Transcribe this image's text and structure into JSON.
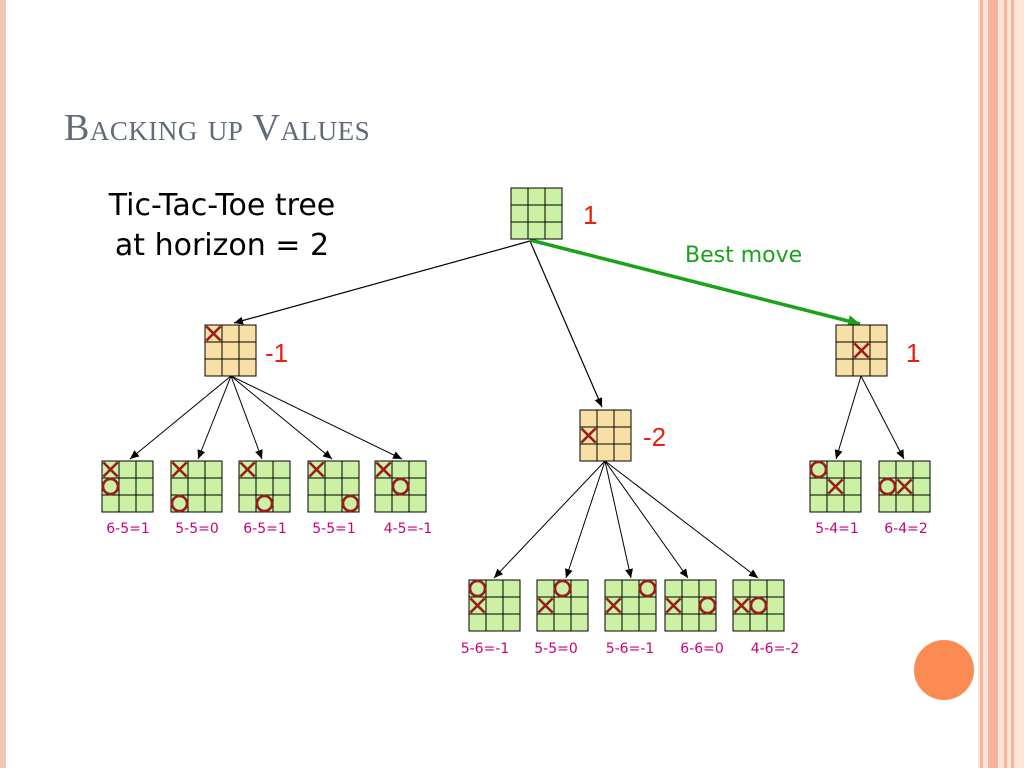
{
  "slide": {
    "title": "Backing up Values",
    "caption_line1": "Tic-Tac-Toe tree",
    "caption_line2": "at horizon = 2",
    "best_move_label": "Best move"
  },
  "colors": {
    "board_root": "#ccf0a4",
    "board_level1": "#f7dfa5",
    "board_leaf": "#ccf0a4",
    "mark": "#9b1c1c",
    "value_text": "#e8200e",
    "leaf_text": "#cc0077",
    "best_move": "#1aa31a",
    "title_text": "#5f6b7a"
  },
  "tree": {
    "root": {
      "value": "1"
    },
    "level1": [
      {
        "id": "left",
        "value": "-1"
      },
      {
        "id": "middle",
        "value": "-2"
      },
      {
        "id": "right",
        "value": "1"
      }
    ],
    "leaves": {
      "left": [
        "6-5=1",
        "5-5=0",
        "6-5=1",
        "5-5=1",
        "4-5=-1"
      ],
      "middle": [
        "5-6=-1",
        "5-5=0",
        "5-6=-1",
        "6-6=0",
        "4-6=-2"
      ],
      "right": [
        "5-4=1",
        "6-4=2"
      ]
    }
  }
}
